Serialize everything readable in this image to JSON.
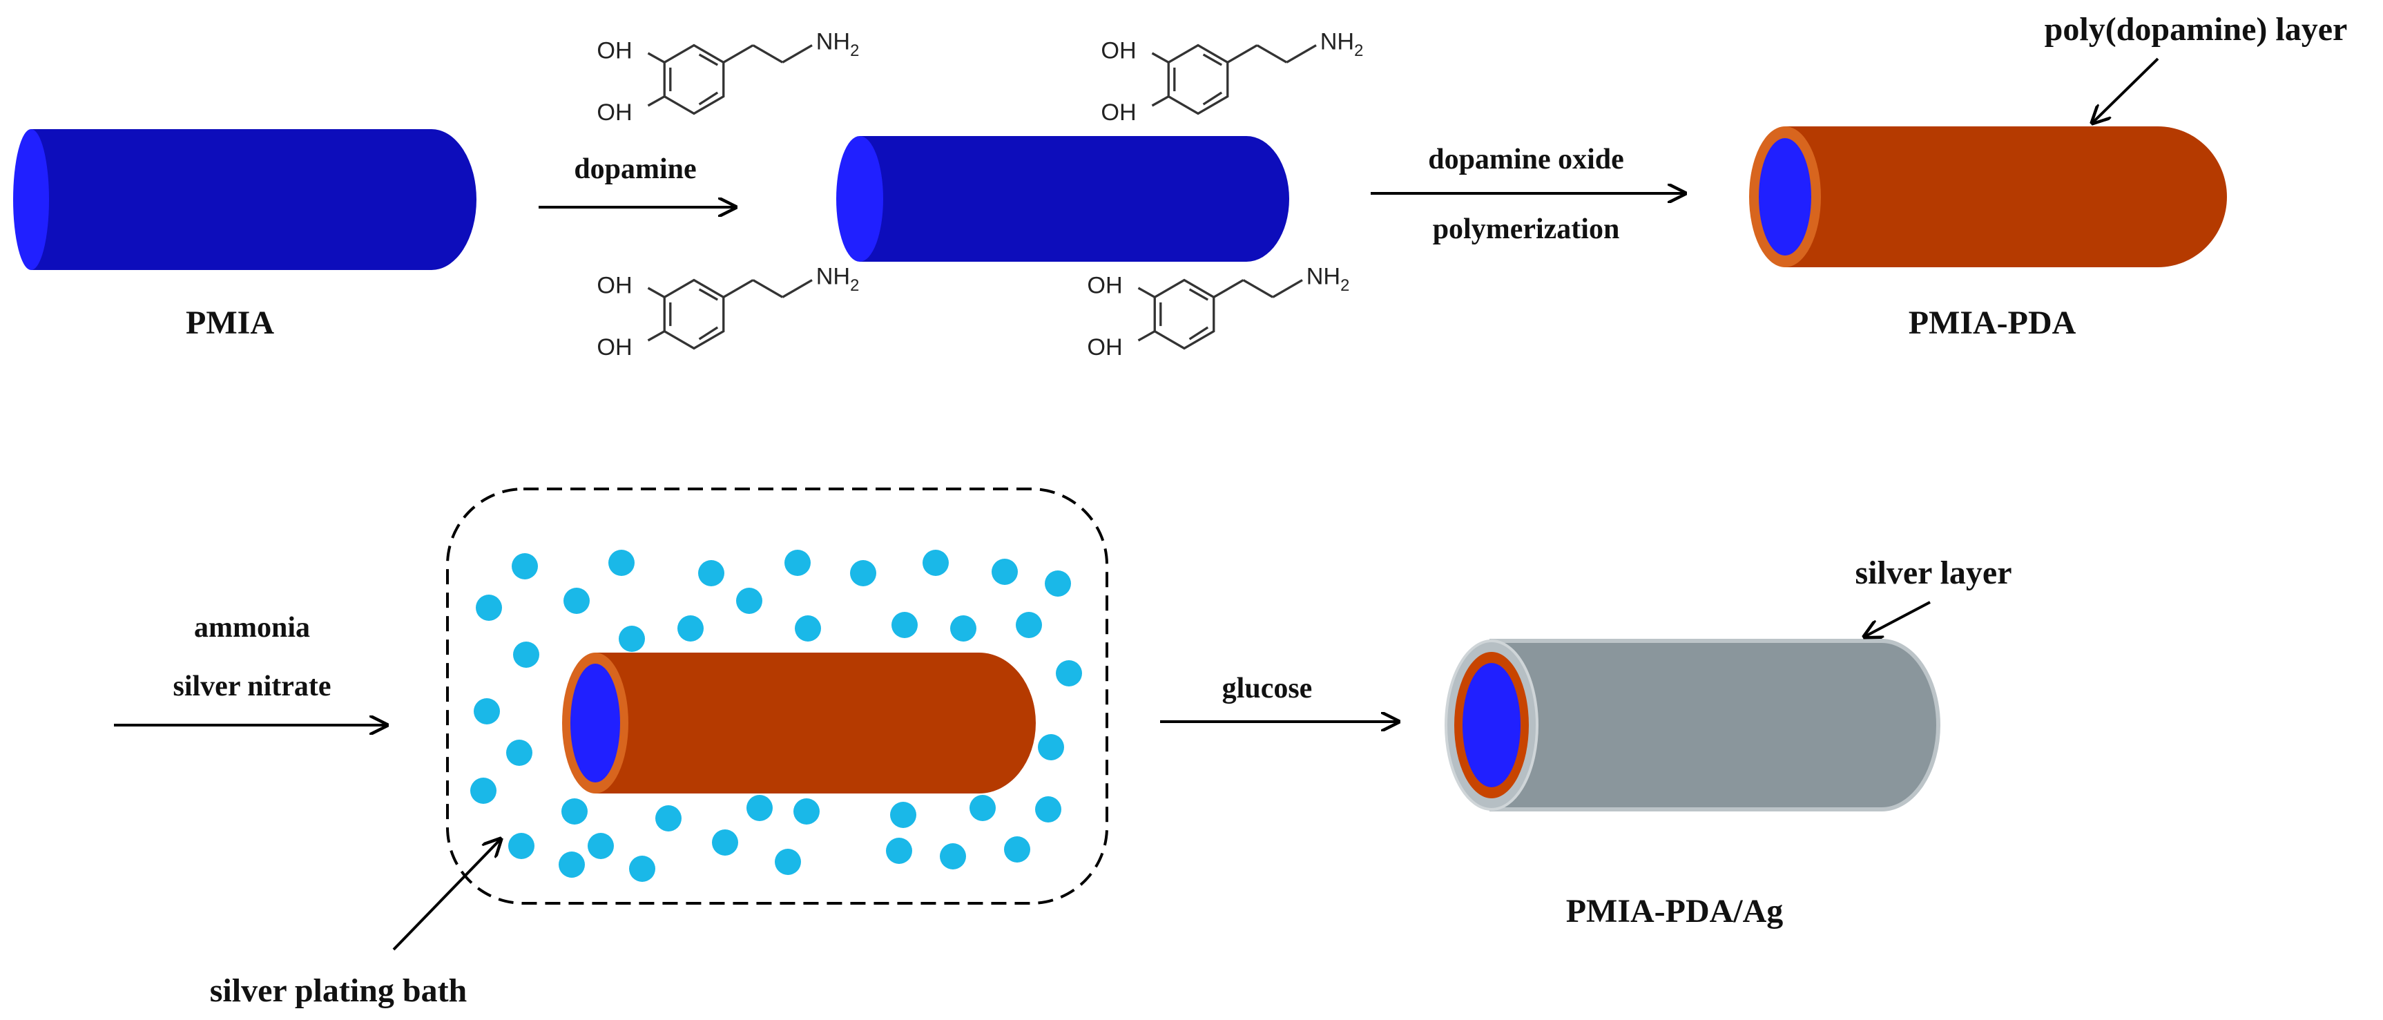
{
  "labels": {
    "pmia": "PMIA",
    "dopamine": "dopamine",
    "dopamine_oxide": "dopamine oxide",
    "polymerization": "polymerization",
    "poly_dopamine_layer": "poly(dopamine) layer",
    "pmia_pda": "PMIA-PDA",
    "ammonia": "ammonia",
    "silver_nitrate": "silver nitrate",
    "glucose": "glucose",
    "silver_layer": "silver layer",
    "pmia_pda_ag": "PMIA-PDA/Ag",
    "silver_plating_bath": "silver plating bath"
  },
  "chem": {
    "oh": "OH",
    "nh": "NH",
    "sub2": "2"
  },
  "colors": {
    "pmia_fiber": "#0d0dbb",
    "pmia_end": "#2020ff",
    "pda_layer": "#b53a00",
    "silver_layer": "#8a969c",
    "silver_particle": "#1ab8e8"
  }
}
